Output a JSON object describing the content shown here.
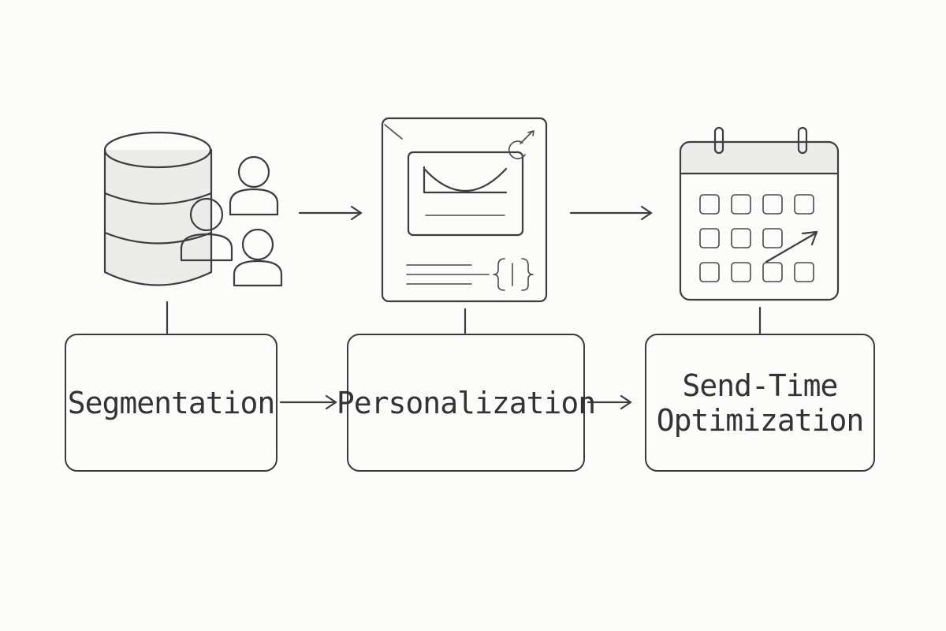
{
  "diagram": {
    "steps": [
      {
        "id": "segmentation",
        "label": "Segmentation",
        "icon": "database-users-icon"
      },
      {
        "id": "personalization",
        "label": "Personalization",
        "icon": "email-template-icon"
      },
      {
        "id": "send_time",
        "label": "Send-Time\nOptimization",
        "icon": "calendar-icon"
      }
    ],
    "colors": {
      "stroke": "#3d3d3d",
      "background": "#fcfcfb",
      "shade": "#ececea"
    }
  }
}
